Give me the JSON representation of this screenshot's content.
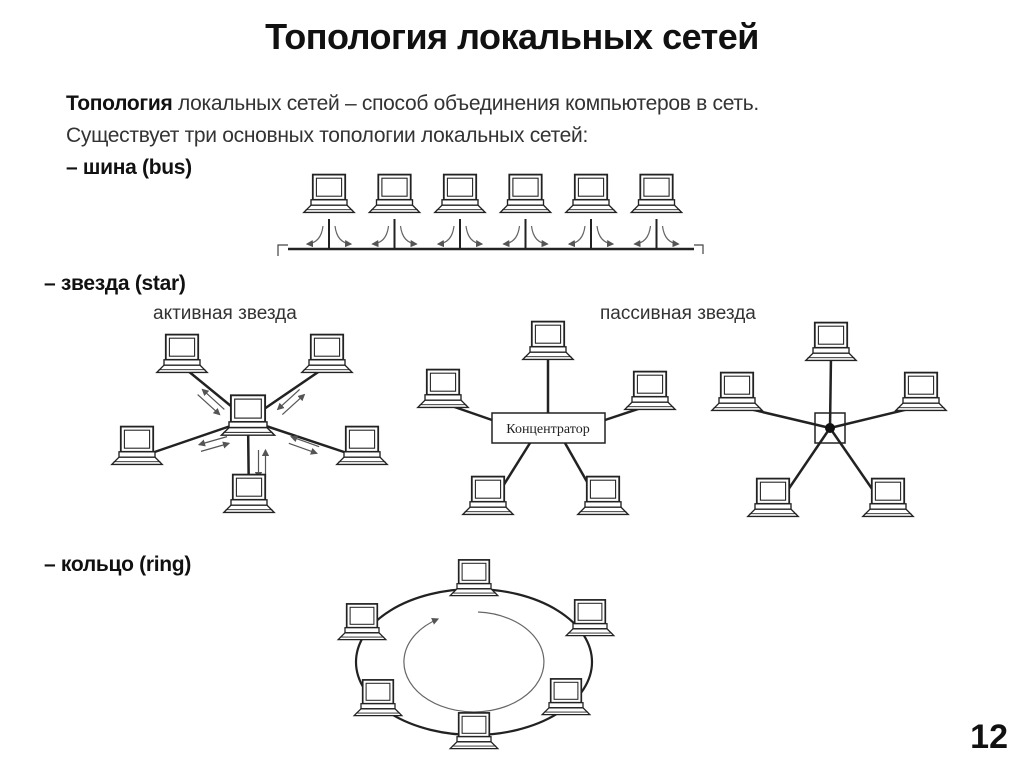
{
  "slide": {
    "title": "Топология локальных сетей",
    "definition_term": "Топология",
    "definition_rest": " локальных сетей – способ объединения компьютеров в сеть.",
    "intro": "Существует три основных топологии локальных сетей:",
    "page_number": "12"
  },
  "topologies": {
    "bus": {
      "label": "– шина (bus)",
      "computers": 6
    },
    "star": {
      "label": "– звезда (star)",
      "active": {
        "label": "активная звезда",
        "peripheral_computers": 5
      },
      "passive": {
        "label": "пассивная звезда",
        "hub_label": "Концентратор",
        "peripheral_computers": 5
      }
    },
    "ring": {
      "label": "– кольцо (ring)",
      "computers": 6
    }
  },
  "icons": {
    "computer": "computer-icon",
    "arrow": "arrow-icon"
  }
}
